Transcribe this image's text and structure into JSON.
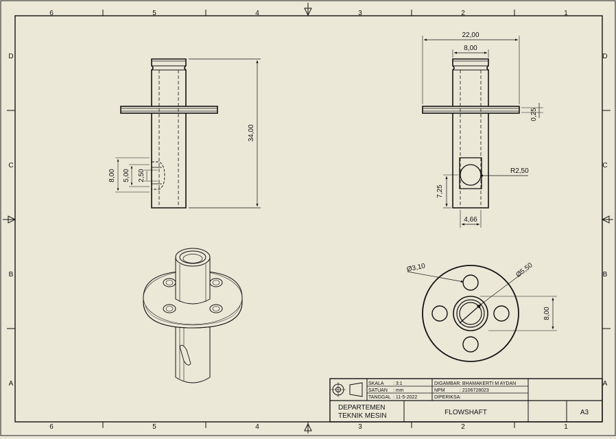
{
  "zones": {
    "columns": [
      "6",
      "5",
      "4",
      "3",
      "2",
      "1"
    ],
    "rows": [
      "D",
      "C",
      "B",
      "A"
    ]
  },
  "front_view": {
    "dim_height": "34,00",
    "dim_slot_outer": "8,00",
    "dim_slot_mid": "5,00",
    "dim_slot_inner": "2,50"
  },
  "side_view": {
    "dim_flange_width": "22,00",
    "dim_shaft_width": "8,00",
    "dim_flange_thickness": "0,25",
    "dim_radius": "R2,50",
    "dim_hole_height": "7,25",
    "dim_hole_width": "4,66"
  },
  "top_view": {
    "dim_small_hole": "Ø3,10",
    "dim_bore": "Ø5,50",
    "dim_spacing": "8,00"
  },
  "title_block": {
    "scale_label": "SKALA",
    "scale_value": ":  3:1",
    "unit_label": "SATUAN",
    "unit_value": ":  mm",
    "date_label": "TANGGAL",
    "date_value": ":  11-5-2022",
    "drawn_label": "DIGAMBAR",
    "drawn_value": ":  BHAMAKERTI M AYDAN",
    "npm_label": "NPM",
    "npm_value": ":  2106728023",
    "checked_label": "DIPERIKSA",
    "checked_value": ":",
    "department_line1": "DEPARTEMEN",
    "department_line2": "TEKNIK MESIN",
    "title": "FLOWSHAFT",
    "sheet_size": "A3"
  }
}
